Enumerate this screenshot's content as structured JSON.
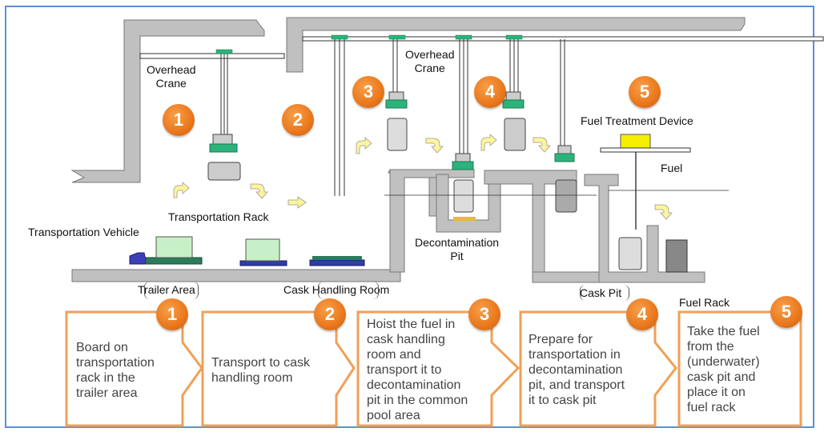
{
  "diagram": {
    "labels": {
      "overhead_crane_1": [
        "Overhead",
        "Crane"
      ],
      "overhead_crane_2": [
        "Overhead",
        "Crane"
      ],
      "transportation_vehicle": "Transportation Vehicle",
      "transportation_rack": "Transportation Rack",
      "trailer_area": "Trailer Area",
      "cask_handling_room": "Cask Handling Room",
      "decontamination_pit": [
        "Decontamination",
        "Pit"
      ],
      "fuel_treatment_device": "Fuel Treatment Device",
      "fuel": "Fuel",
      "cask_pit": "Cask Pit",
      "fuel_rack": "Fuel Rack"
    },
    "stage_badges": [
      "1",
      "2",
      "3",
      "4",
      "5"
    ],
    "colors": {
      "badge_orange": "#ec7a1f",
      "step_border": "#f0a057",
      "frame_blue": "#5b8fd1",
      "wall_gray": "#c0c0c0",
      "crane_green": "#2bb37b",
      "arrow_yellow": "#fdf59a",
      "device_yellow": "#f4ee00",
      "rack_blue": "#2f3f9e"
    }
  },
  "steps": [
    {
      "number": "1",
      "lines": [
        "Board on",
        "transportation",
        "rack in the",
        "trailer area"
      ]
    },
    {
      "number": "2",
      "lines": [
        "Transport to cask",
        "handling room"
      ]
    },
    {
      "number": "3",
      "lines": [
        "Hoist the fuel in",
        "cask handling",
        "room and",
        "transport it to",
        "decontamination",
        "pit in the common",
        "pool area"
      ]
    },
    {
      "number": "4",
      "lines": [
        "Prepare for",
        "transportation in",
        "decontamination",
        "pit, and transport",
        "it to cask pit"
      ]
    },
    {
      "number": "5",
      "lines": [
        "Take the fuel",
        "from the",
        "(underwater)",
        "cask pit and",
        "place it on",
        "fuel rack"
      ]
    }
  ]
}
